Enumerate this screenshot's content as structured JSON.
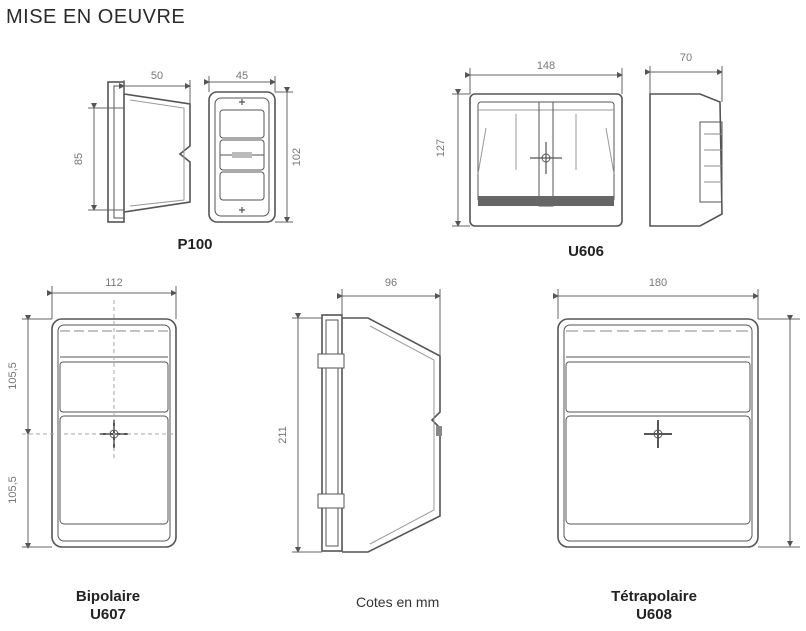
{
  "title": "MISE EN OEUVRE",
  "labels": {
    "p100": "P100",
    "u606": "U606",
    "u607": [
      "Bipolaire",
      "U607"
    ],
    "u608": [
      "Tétrapolaire",
      "U608"
    ]
  },
  "note": "Cotes en mm",
  "dims": {
    "p100_depth": "50",
    "p100_width": "45",
    "p100_height_side": "85",
    "p100_height_front": "102",
    "u606_width": "148",
    "u606_depth": "70",
    "u606_height": "127",
    "u607_width": "112",
    "u607_half_top": "105,5",
    "u607_half_bottom": "105,5",
    "side_depth": "96",
    "side_height": "211",
    "u608_width": "180"
  }
}
